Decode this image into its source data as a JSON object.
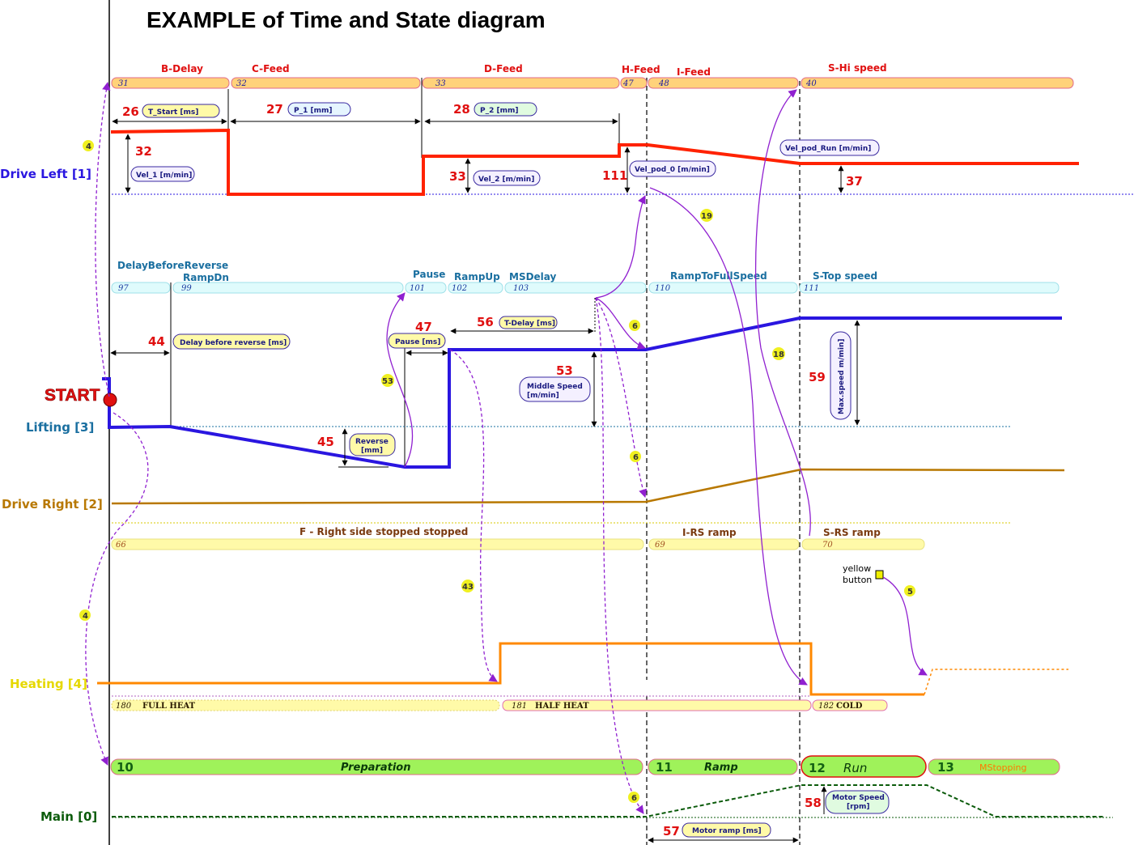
{
  "title": "EXAMPLE of Time and State diagram",
  "axes": {
    "drive_left": "Drive Left [1]",
    "lifting": "Lifting [3]",
    "drive_right": "Drive Right [2]",
    "heating": "Heating [4]",
    "main": "Main [0]"
  },
  "start_label": "START",
  "drive_left_states": [
    {
      "label": "B-Delay",
      "num": "31"
    },
    {
      "label": "C-Feed",
      "num": "32"
    },
    {
      "label": "D-Feed",
      "num": "33"
    },
    {
      "label": "H-Feed",
      "num": "47"
    },
    {
      "label": "I-Feed",
      "num": "48"
    },
    {
      "label": "S-Hi speed",
      "num": "40"
    }
  ],
  "lifting_states": [
    {
      "label": "DelayBeforeReverse",
      "num": "97"
    },
    {
      "label": "RampDn",
      "num": "99"
    },
    {
      "label": "Pause",
      "num": "101"
    },
    {
      "label": "RampUp",
      "num": "102"
    },
    {
      "label": "MSDelay",
      "num": "103"
    },
    {
      "label": "RampToFullSpeed",
      "num": "110"
    },
    {
      "label": "S-Top speed",
      "num": "111"
    }
  ],
  "right_states": [
    {
      "label": "F - Right side stopped stopped",
      "num": "66"
    },
    {
      "label": "I-RS ramp",
      "num": "69"
    },
    {
      "label": "S-RS ramp",
      "num": "70"
    }
  ],
  "heating_states": [
    {
      "num": "180",
      "label": "FULL HEAT"
    },
    {
      "num": "181",
      "label": "HALF HEAT"
    },
    {
      "num": "182",
      "label": "COLD"
    }
  ],
  "main_states": [
    {
      "num": "10",
      "label": "Preparation"
    },
    {
      "num": "11",
      "label": "Ramp"
    },
    {
      "num": "12",
      "label": "Run"
    },
    {
      "num": "13",
      "label": "MStopping"
    }
  ],
  "params": {
    "p26": {
      "num": "26",
      "label": "T_Start [ms]"
    },
    "p27": {
      "num": "27",
      "label": "P_1 [mm]"
    },
    "p28": {
      "num": "28",
      "label": "P_2 [mm]"
    },
    "p32": {
      "num": "32",
      "label": "Vel_1 [m/min]"
    },
    "p33": {
      "num": "33",
      "label": "Vel_2 [m/min]"
    },
    "p111": {
      "num": "111",
      "label": "Vel_pod_0 [m/min]"
    },
    "p37": {
      "num": "37",
      "label": "Vel_pod_Run [m/min]"
    },
    "p44": {
      "num": "44",
      "label": "Delay before reverse [ms]"
    },
    "p45": {
      "num": "45",
      "label1": "Reverse",
      "label2": "[mm]"
    },
    "p47": {
      "num": "47",
      "label": "Pause [ms]"
    },
    "p56": {
      "num": "56",
      "label": "T-Delay [ms]"
    },
    "p53": {
      "num": "53",
      "label1": "Middle Speed",
      "label2": "[m/min]"
    },
    "p59": {
      "num": "59",
      "label": "Max.speed m/min]"
    },
    "p58": {
      "num": "58",
      "label1": "Motor Speed",
      "label2": "[rpm]"
    },
    "p57": {
      "num": "57",
      "label": "Motor ramp [ms]"
    }
  },
  "badges": {
    "b4a": "4",
    "b4b": "4",
    "b19": "19",
    "b6a": "6",
    "b6b": "6",
    "b6c": "6",
    "b53": "53",
    "b18": "18",
    "b43": "43",
    "b5": "5"
  },
  "yellow_button": {
    "line1": "yellow",
    "line2": "button"
  },
  "colors": {
    "drive_left": "#ff2200",
    "lifting": "#2a16e0",
    "drive_right": "#b87800",
    "heating": "#ff8800",
    "main": "#0b5b0b",
    "arrow": "#9020d0",
    "state_orange": "#ffd27a",
    "state_cyan": "#dffbfc",
    "state_yellow": "#fffaa8",
    "state_green": "#9ff25a"
  }
}
